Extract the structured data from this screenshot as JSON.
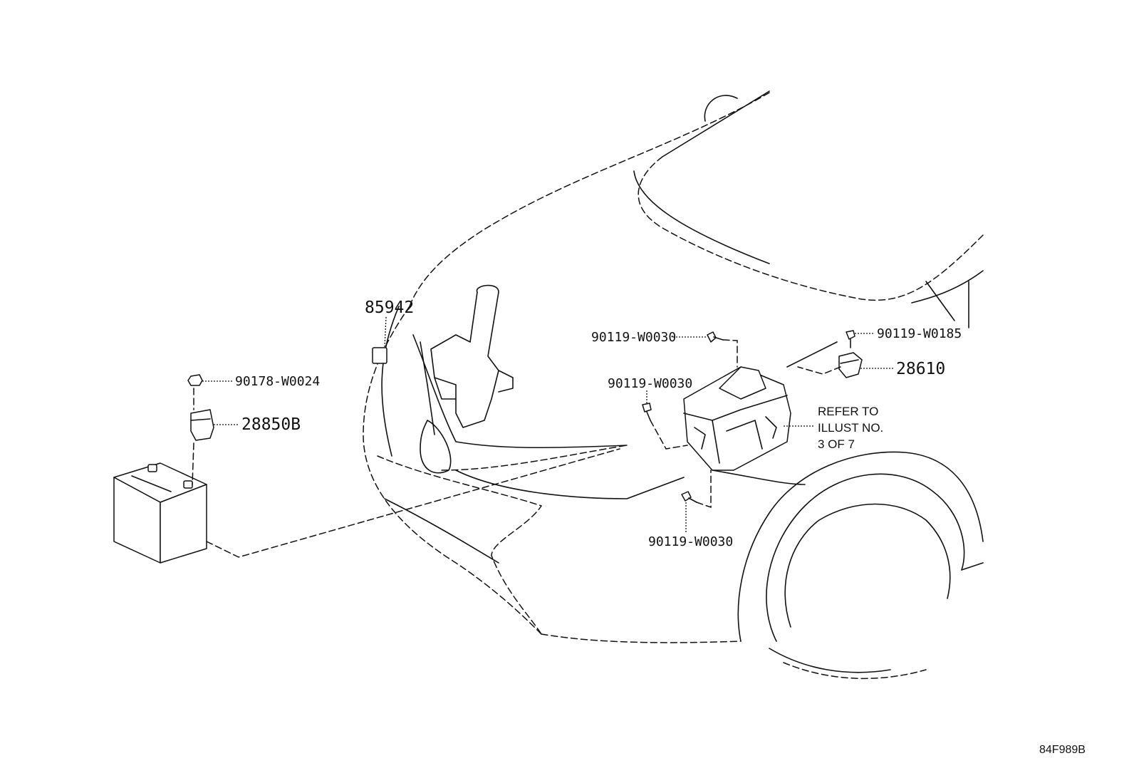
{
  "diagram": {
    "callouts": {
      "p85942": "85942",
      "p90178_w0024": "90178-W0024",
      "p28850b": "28850B",
      "p90119_w0030_top": "90119-W0030",
      "p90119_w0030_mid": "90119-W0030",
      "p90119_w0030_bottom": "90119-W0030",
      "p90119_w0185": "90119-W0185",
      "p28610": "28610"
    },
    "refer_note": [
      "REFER TO",
      "ILLUST NO.",
      "3 OF 7"
    ],
    "illustration_code": "84F989B",
    "line_color": "#111111",
    "background_color": "#ffffff"
  }
}
